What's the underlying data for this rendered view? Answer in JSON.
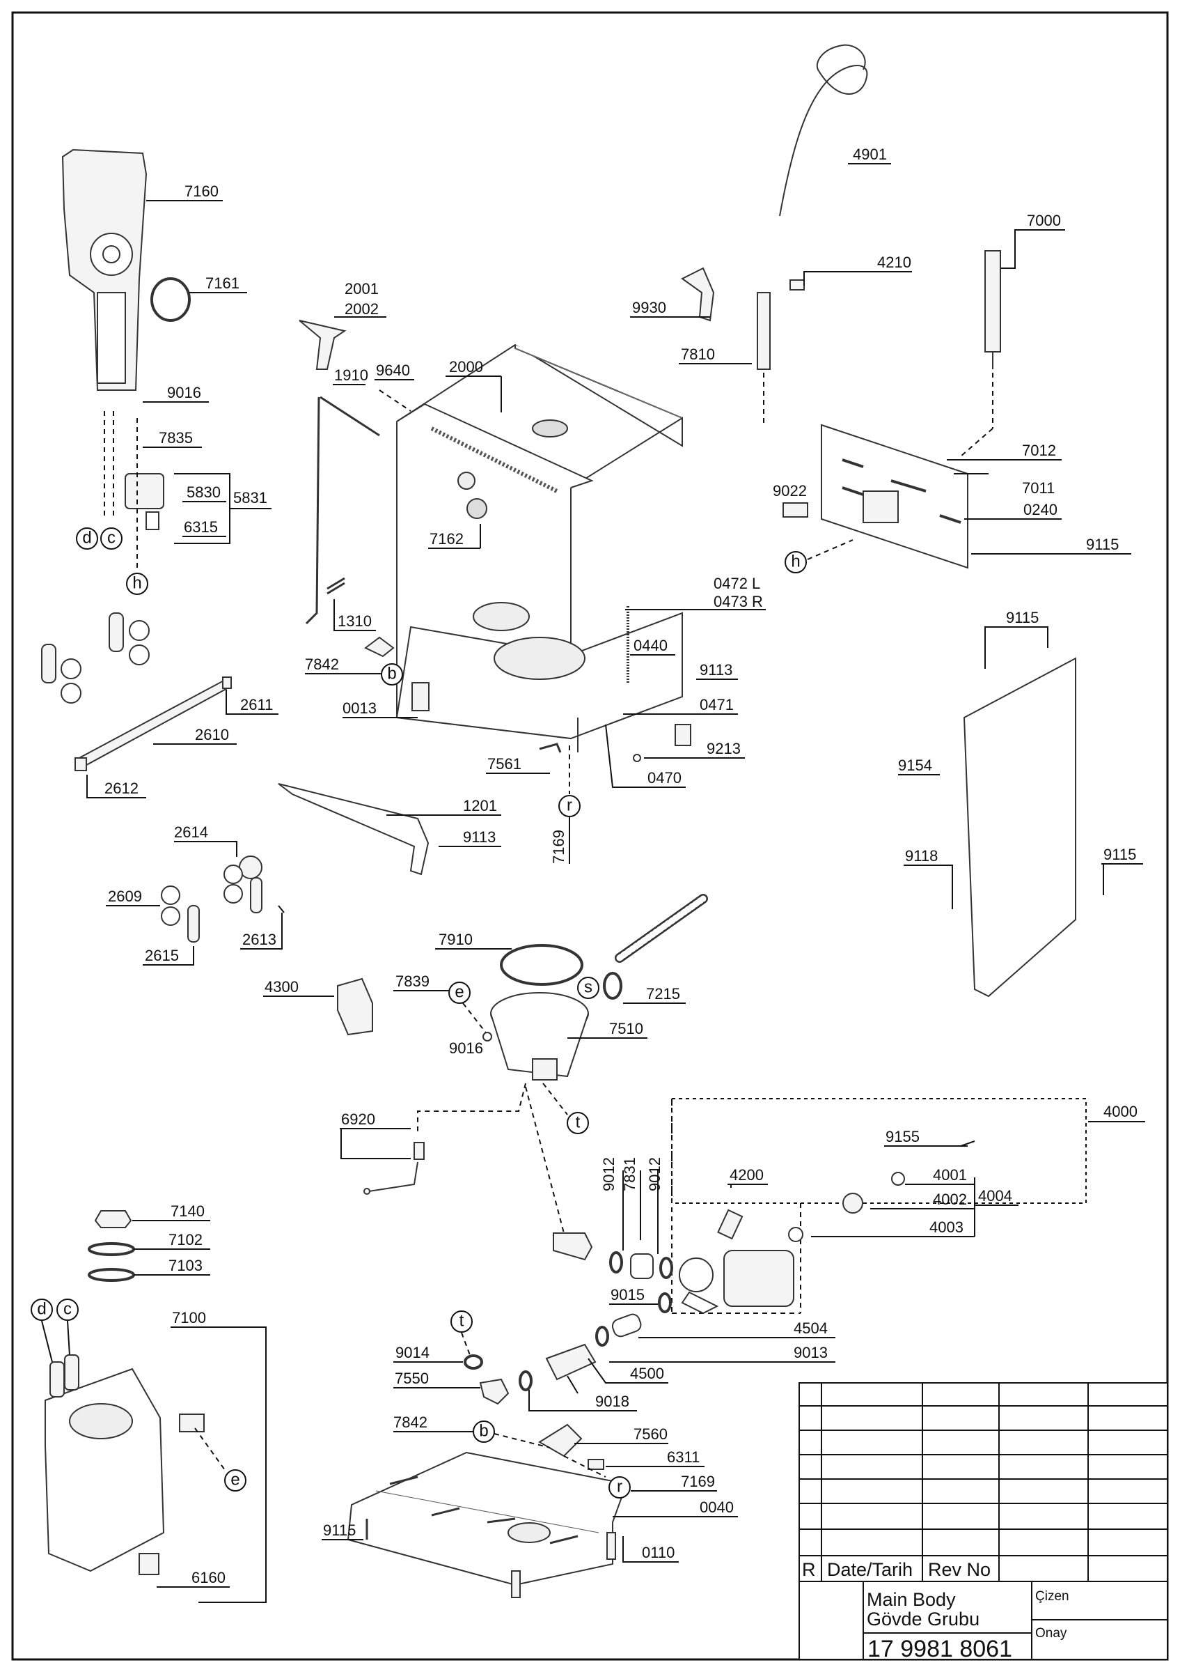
{
  "labels": {
    "p7160": "7160",
    "p7161": "7161",
    "p9016a": "9016",
    "p7835": "7835",
    "p5830": "5830",
    "p5831": "5831",
    "p6315": "6315",
    "p2001": "2001",
    "p2002": "2002",
    "p1910": "1910",
    "p9640": "9640",
    "p2000": "2000",
    "p7162": "7162",
    "p1310": "1310",
    "p7842a": "7842",
    "p0013": "0013",
    "p4901": "4901",
    "p7000": "7000",
    "p4210": "4210",
    "p9930": "9930",
    "p7810": "7810",
    "p7012": "7012",
    "p7011": "7011",
    "p0240": "0240",
    "p9022": "9022",
    "p9115a": "9115",
    "p0472": "0472 L",
    "p0473": "0473 R",
    "p0440": "0440",
    "p9113a": "9113",
    "p0471": "0471",
    "p9213": "9213",
    "p7561": "7561",
    "p0470": "0470",
    "p7169a": "7169",
    "p9115b": "9115",
    "p9154": "9154",
    "p9118": "9118",
    "p9115c": "9115",
    "p2611": "2611",
    "p2610": "2610",
    "p2612": "2612",
    "p1201": "1201",
    "p9113b": "9113",
    "p2614": "2614",
    "p2609": "2609",
    "p2613": "2613",
    "p2615": "2615",
    "p7910": "7910",
    "p7839": "7839",
    "p4300": "4300",
    "p7215": "7215",
    "p7510": "7510",
    "p9016b": "9016",
    "p6920": "6920",
    "p4000": "4000",
    "p9155": "9155",
    "p4001": "4001",
    "p4002": "4002",
    "p4004": "4004",
    "p4003": "4003",
    "p4200": "4200",
    "p9012a": "9012",
    "p7831": "7831",
    "p9012b": "9012",
    "p9015": "9015",
    "p4504": "4504",
    "p9013": "9013",
    "p9014": "9014",
    "p7550": "7550",
    "p4500": "4500",
    "p9018": "9018",
    "p7842b": "7842",
    "p7560": "7560",
    "p6311": "6311",
    "p7169b": "7169",
    "p0040": "0040",
    "p9115d": "9115",
    "p0110": "0110",
    "p7140": "7140",
    "p7102": "7102",
    "p7103": "7103",
    "p7100": "7100",
    "p6160": "6160"
  },
  "callouts": {
    "d": "d",
    "c": "c",
    "h": "h",
    "b": "b",
    "r": "r",
    "e": "e",
    "s": "s",
    "t": "t"
  },
  "title_block": {
    "r": "R",
    "date_header": "Date/Tarih",
    "rev_header": "Rev No",
    "name_en": "Main Body",
    "name_tr": "Gövde Grubu",
    "drawn_by": "Çizen",
    "approved": "Onay",
    "part_number": "17 9981 8061"
  }
}
